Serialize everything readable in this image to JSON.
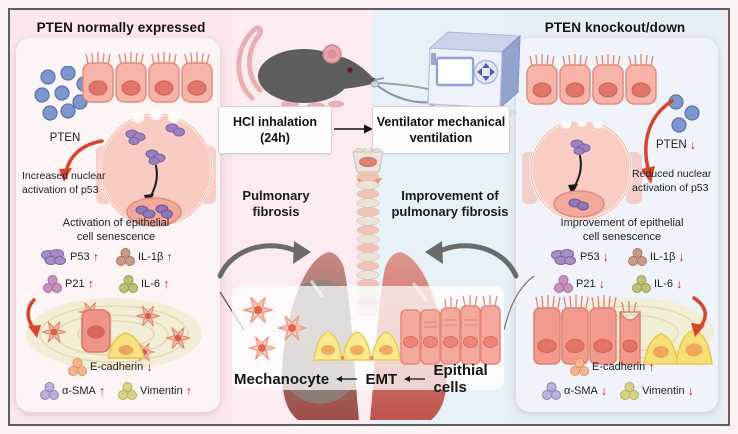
{
  "left_panel": {
    "title": "PTEN normally expressed",
    "pten_label": "PTEN",
    "nuclear_text": "Increased nuclear\nactivation of p53",
    "senescence_text": "Activation of epithelial\ncell senescence",
    "markers": {
      "p53": {
        "label": "P53",
        "dir": "↑"
      },
      "il1b": {
        "label": "IL-1β",
        "dir": "↑"
      },
      "p21": {
        "label": "P21",
        "dir": "↑"
      },
      "il6": {
        "label": "IL-6",
        "dir": "↑"
      },
      "ecad": {
        "label": "E-cadherin",
        "dir": "↓"
      },
      "asma": {
        "label": "α-SMA",
        "dir": "↑"
      },
      "vim": {
        "label": "Vimentin",
        "dir": "↑"
      }
    }
  },
  "center": {
    "exposure_label": "HCl inhalation\n(24h)",
    "ventilation_label": "Ventilator mechanical\nventilation",
    "left_outcome": "Pulmonary\nfibrosis",
    "right_outcome": "Improvement of\npulmonary fibrosis",
    "emt_chain": {
      "mechanocyte": "Mechanocyte",
      "emt": "EMT",
      "epithelial": "Epithial cells"
    }
  },
  "right_panel": {
    "title": "PTEN knockout/down",
    "pten_label": "PTEN",
    "pten_dir": "↓",
    "nuclear_text": "Reduced nuclear\nactivation of p53",
    "senescence_text": "Improvement of epithelial\ncell senescence",
    "markers": {
      "p53": {
        "label": "P53",
        "dir": "↓"
      },
      "il1b": {
        "label": "IL-1β",
        "dir": "↓"
      },
      "p21": {
        "label": "P21",
        "dir": "↓"
      },
      "il6": {
        "label": "IL-6",
        "dir": "↓"
      },
      "ecad": {
        "label": "E-cadherin",
        "dir": "↑"
      },
      "asma": {
        "label": "α-SMA",
        "dir": "↓"
      },
      "vim": {
        "label": "Vimentin",
        "dir": "↓"
      }
    }
  },
  "colors": {
    "up_down_arrow": "#c32222",
    "red_arrow": "#d5452f",
    "orange_arrow": "#f2985e",
    "gray_arrow": "#6b6b6b",
    "left_bg": "#fbe7ec",
    "right_bg": "#e6eff6"
  }
}
